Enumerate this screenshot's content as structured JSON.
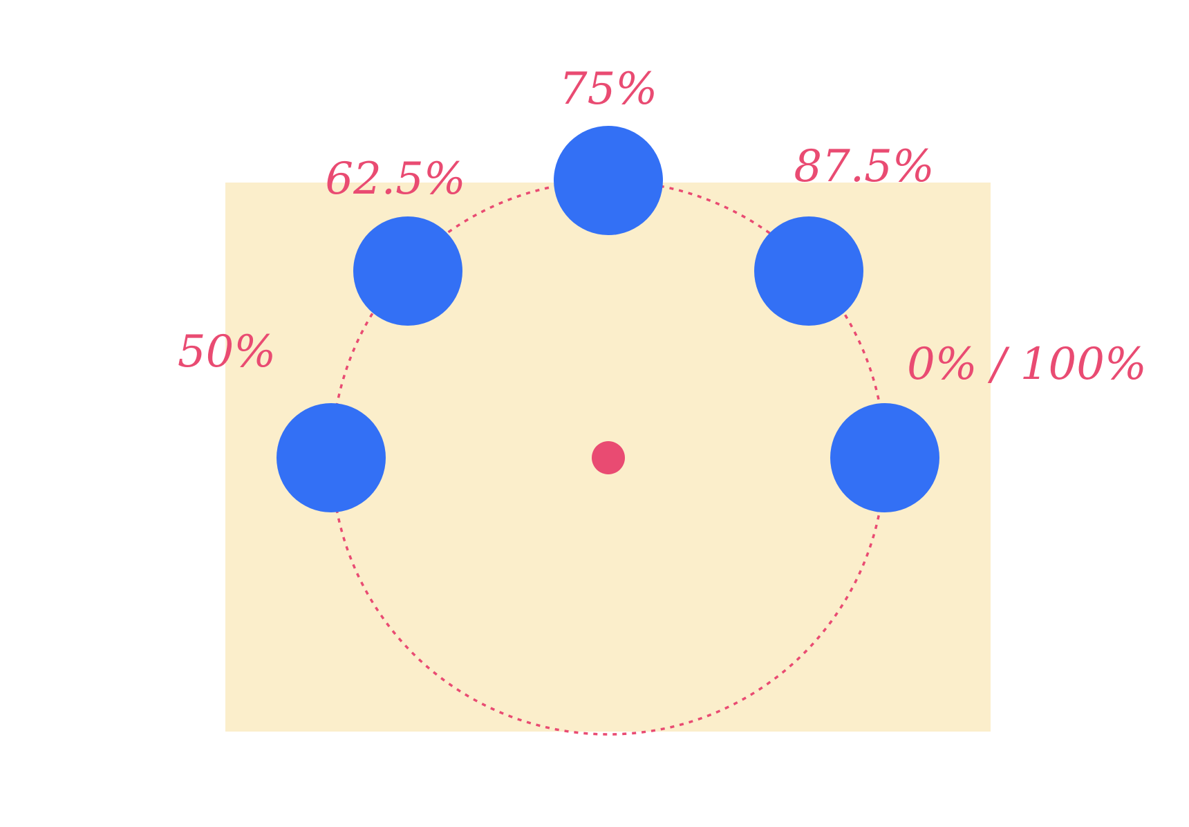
{
  "colors": {
    "background": "#ffffff",
    "box_fill": "#fbeecb",
    "path_stroke": "#e94b72",
    "dot_fill": "#3370f5",
    "center_dot": "#e94b72",
    "label_color": "#e94b72"
  },
  "labels": {
    "pos_0_100": "0% / 100%",
    "pos_50": "50%",
    "pos_62_5": "62.5%",
    "pos_75": "75%",
    "pos_87_5": "87.5%"
  }
}
